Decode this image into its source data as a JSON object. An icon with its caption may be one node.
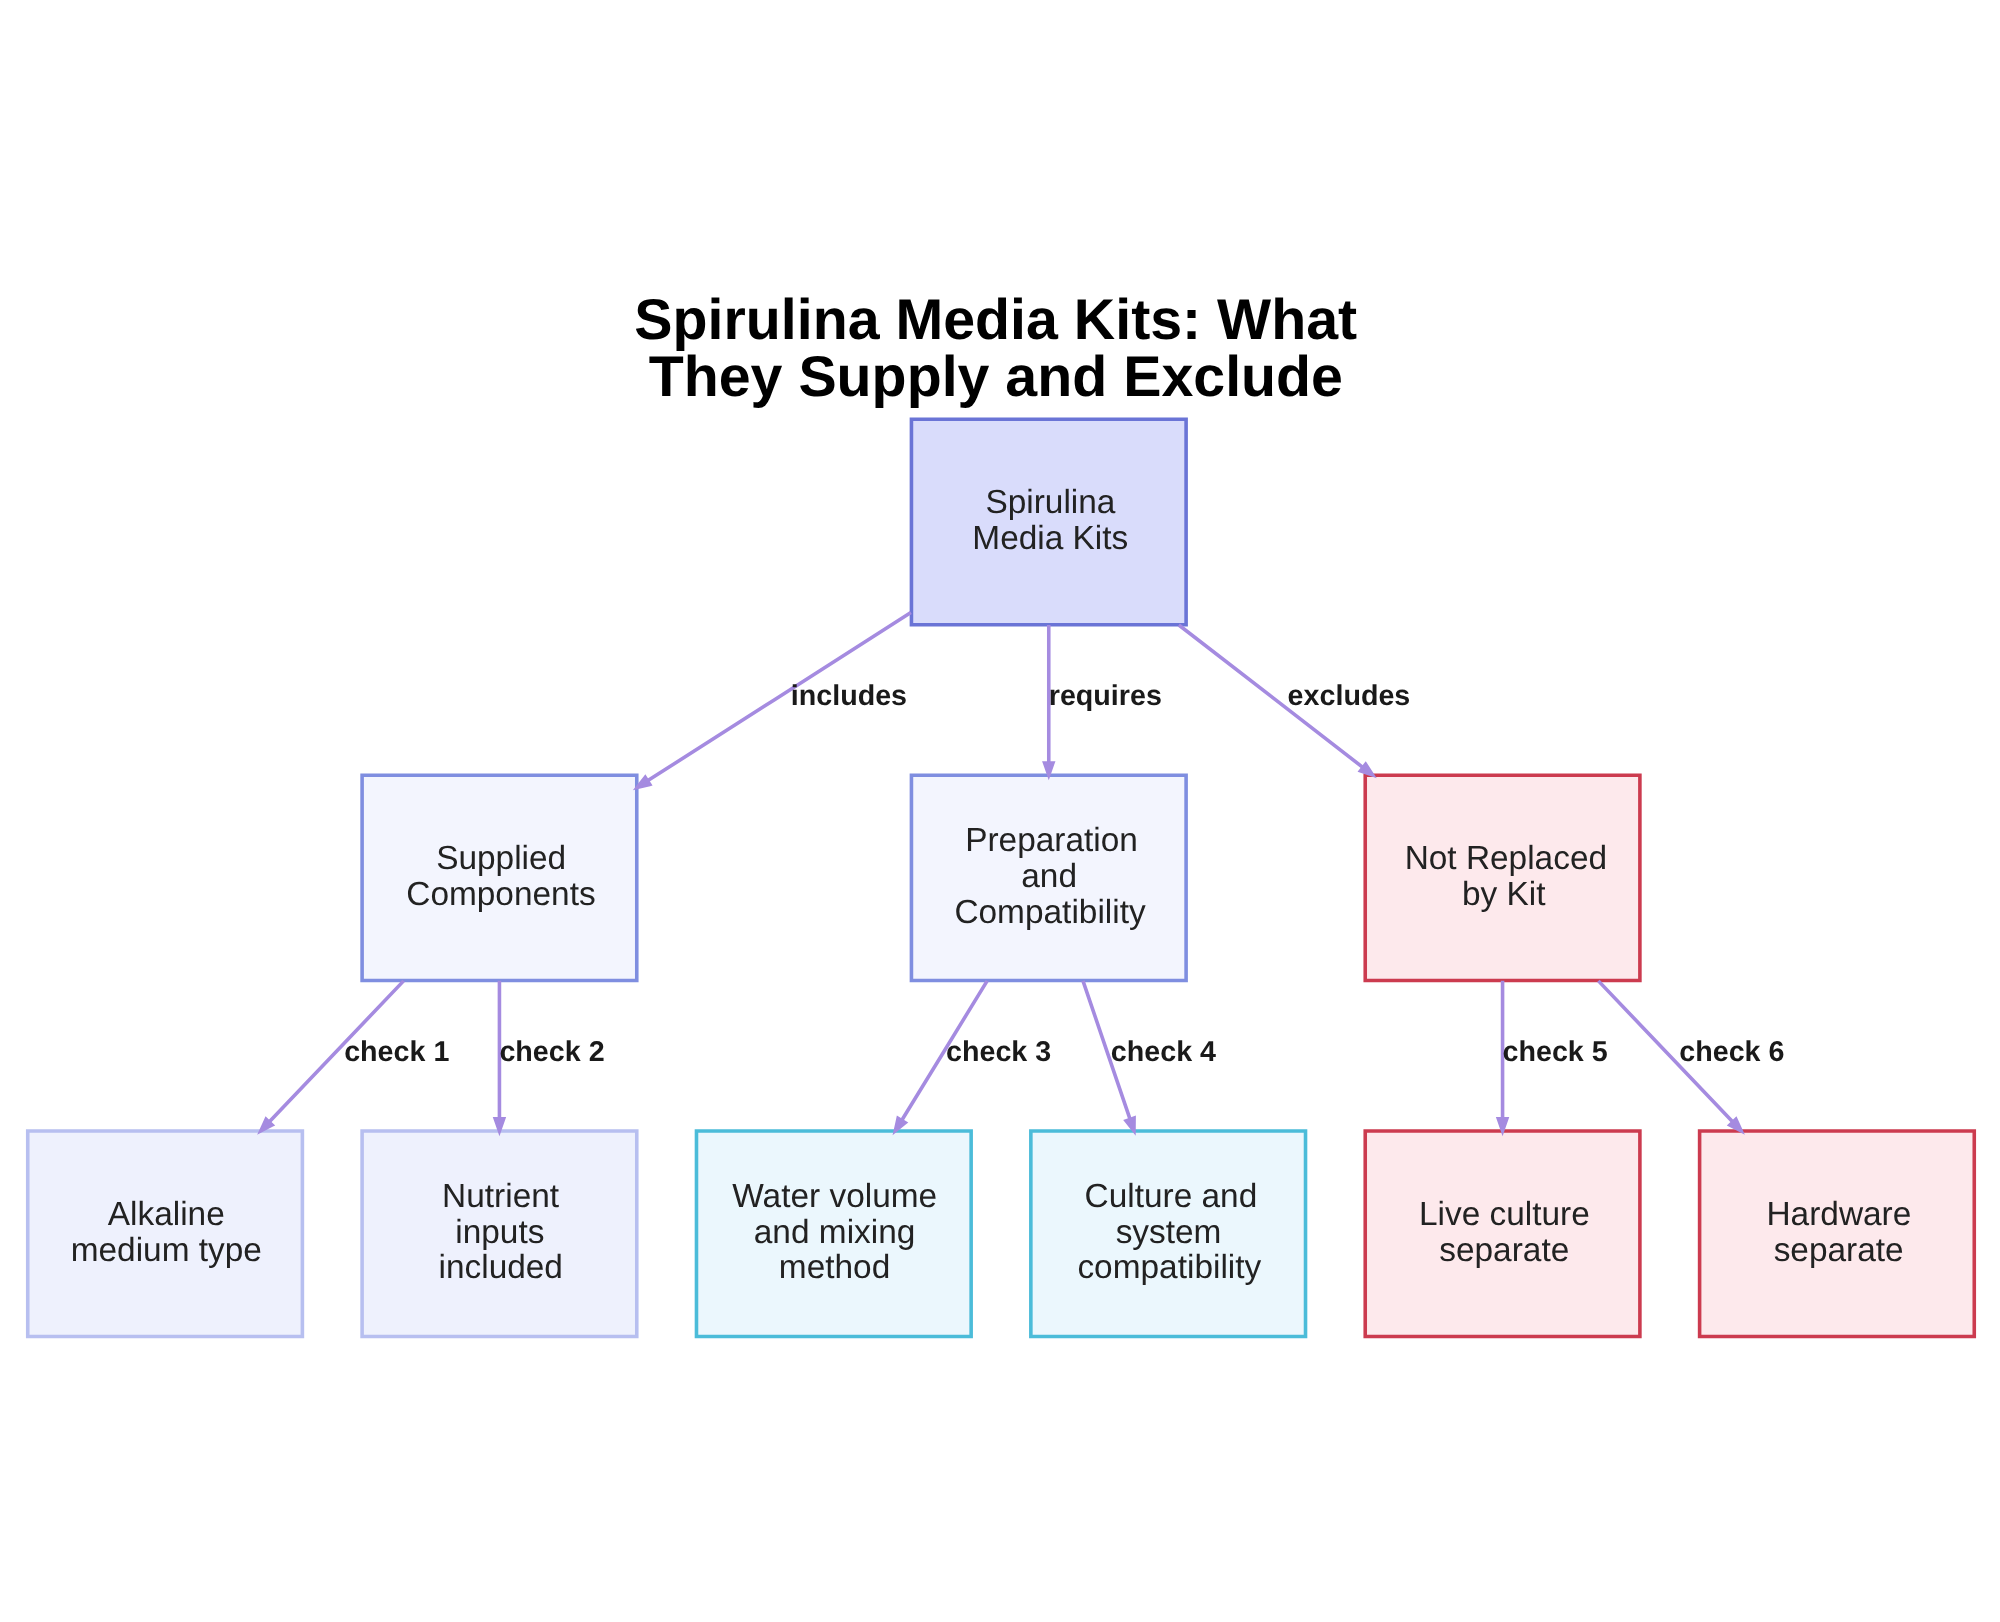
{
  "diagram": {
    "title": "Spirulina Media Kits: What They Supply and Exclude",
    "nodes": [
      {
        "text": [
          "Spirulina Media Kits"
        ]
      },
      {
        "text": [
          "Supplied Components"
        ]
      },
      {
        "text": [
          "Preparation and Compatibility"
        ]
      },
      {
        "text": [
          "Not Replaced by Kit"
        ]
      },
      {
        "text": [
          "Alkaline medium type"
        ]
      },
      {
        "text": [
          "Nutrient inputs included"
        ]
      },
      {
        "text": [
          "Water volume and mixing method"
        ]
      },
      {
        "text": [
          "Culture and system compatibility"
        ]
      },
      {
        "text": [
          "Live culture separate"
        ]
      },
      {
        "text": [
          "Hardware separate"
        ]
      }
    ],
    "edges": [
      {
        "from": 0,
        "to": 1,
        "arrow": "to",
        "label": "includes"
      },
      {
        "from": 0,
        "to": 2,
        "arrow": "to",
        "label": "requires"
      },
      {
        "from": 0,
        "to": 3,
        "arrow": "to",
        "label": "excludes"
      },
      {
        "from": 1,
        "to": 4,
        "arrow": "to",
        "label": "check 1"
      },
      {
        "from": 1,
        "to": 5,
        "arrow": "to",
        "label": "check 2"
      },
      {
        "from": 2,
        "to": 6,
        "arrow": "to",
        "label": "check 3"
      },
      {
        "from": 2,
        "to": 7,
        "arrow": "to",
        "label": "check 4"
      },
      {
        "from": 3,
        "to": 8,
        "arrow": "to",
        "label": "check 5"
      },
      {
        "from": 3,
        "to": 9,
        "arrow": "to",
        "label": "check 6"
      }
    ]
  }
}
